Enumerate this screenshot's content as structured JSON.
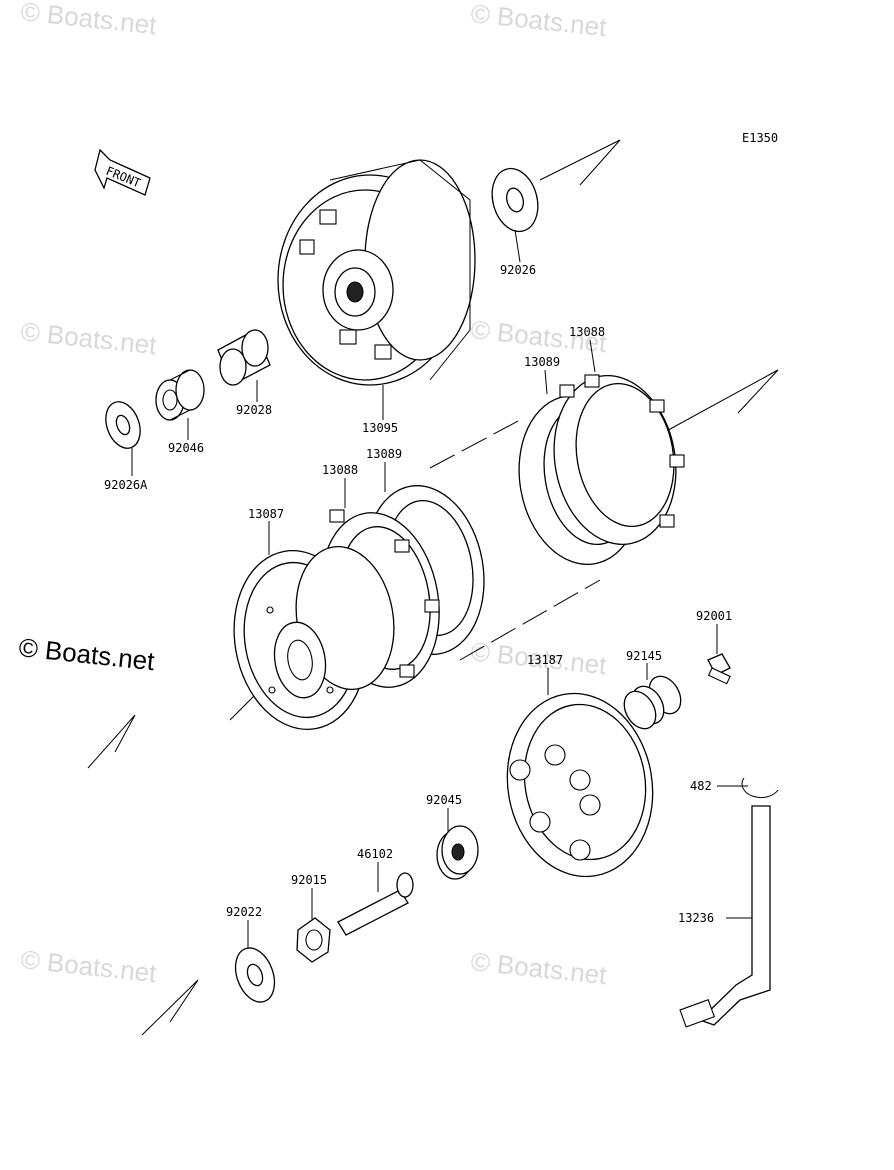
{
  "diagram_code": "E1350",
  "front_label": "FRONT",
  "watermark_text": "© Boats.net",
  "watermark_main_text": "© Boats.net",
  "parts": {
    "p92026": "92026",
    "p13095": "13095",
    "p92028": "92028",
    "p92046": "92046",
    "p92026A": "92026A",
    "p13088_top": "13088",
    "p13089_top": "13089",
    "p13088_mid": "13088",
    "p13089_mid": "13089",
    "p13087": "13087",
    "p92001": "92001",
    "p92145": "92145",
    "p13187": "13187",
    "p482": "482",
    "p92045": "92045",
    "p46102": "46102",
    "p92015": "92015",
    "p92022": "92022",
    "p13236": "13236"
  }
}
